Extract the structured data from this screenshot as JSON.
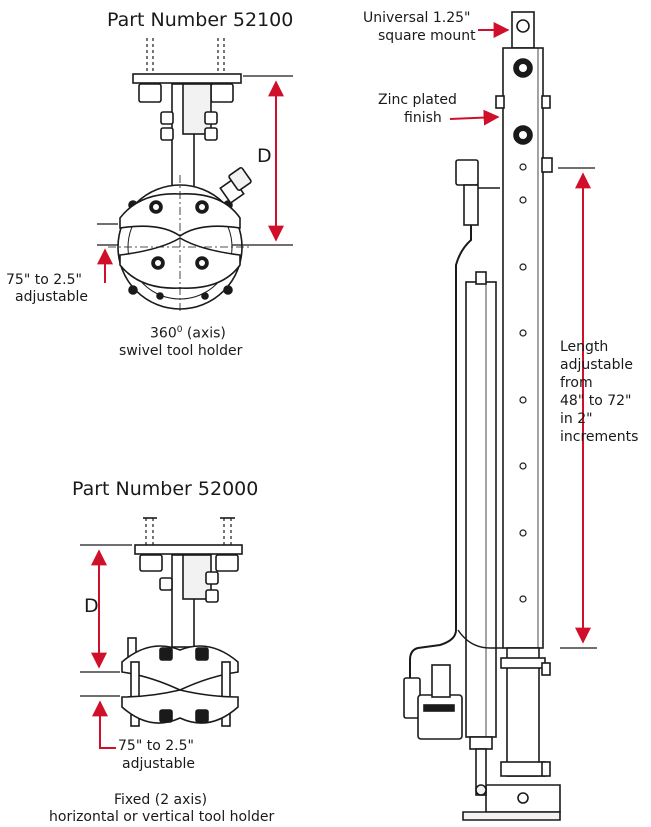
{
  "top_clamp": {
    "title": "Part Number 52100",
    "dimension_label": "D",
    "range_label_line1": "75\" to 2.5\"",
    "range_label_line2": "adjustable",
    "caption_line1_main": "360",
    "caption_line1_sup": "0",
    "caption_line1_rest": " (axis)",
    "caption_line2": "swivel tool holder"
  },
  "bottom_clamp": {
    "title": "Part Number 52000",
    "dimension_label": "D",
    "range_label_line1": "75\" to 2.5\"",
    "range_label_line2": "adjustable",
    "caption_line1": "Fixed (2 axis)",
    "caption_line2": "horizontal or vertical tool holder"
  },
  "column": {
    "mount_label_line1": "Universal 1.25\"",
    "mount_label_line2": "square mount",
    "finish_label_line1": "Zinc plated",
    "finish_label_line2": "finish",
    "length_label": [
      "Length",
      "adjustable",
      "from",
      "48\" to 72\"",
      "in 2\"",
      "increments"
    ]
  },
  "colors": {
    "arrow": "#d0102a",
    "line": "#1a1a1a",
    "fill": "#ffffff",
    "shade": "#e6e6e6"
  }
}
